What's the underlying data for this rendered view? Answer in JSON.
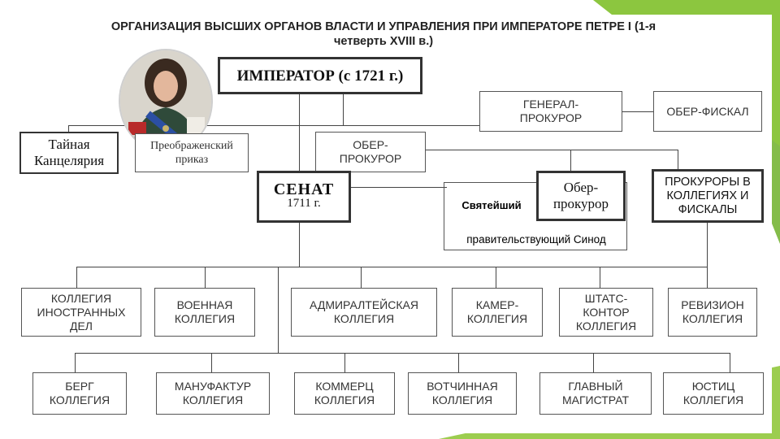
{
  "title_line1": "ОРГАНИЗАЦИЯ ВЫСШИХ ОРГАНОВ ВЛАСТИ И УПРАВЛЕНИЯ ПРИ ИМПЕРАТОРЕ ПЕТРЕ I (1-я",
  "title_line2": "четверть XVIII в.)",
  "emperor": "ИМПЕРАТОР (с 1721 г.)",
  "general_prokuror_1": "ГЕНЕРАЛ-",
  "general_prokuror_2": "ПРОКУРОР",
  "ober_fiskal": "ОБЕР-ФИСКАЛ",
  "tainaya_1": "Тайная",
  "tainaya_2": "Канцелярия",
  "preobr_1": "Преображенский",
  "preobr_2": "приказ",
  "ober_prokuror_1": "ОБЕР-",
  "ober_prokuror_2": "ПРОКУРОР",
  "senat_1": "СЕНАТ",
  "senat_2": "1711 г.",
  "synod_1": "Святейший",
  "synod_2": "правительствующий Синод",
  "synod_ober_1": "Обер-",
  "synod_ober_2": "прокурор",
  "prokurory_1": "ПРОКУРОРЫ В",
  "prokurory_2": "КОЛЛЕГИЯХ И",
  "prokurory_3": "ФИСКАЛЫ",
  "row1": [
    [
      "КОЛЛЕГИЯ",
      "ИНОСТРАННЫХ",
      "ДЕЛ"
    ],
    [
      "ВОЕННАЯ",
      "КОЛЛЕГИЯ"
    ],
    [
      "АДМИРАЛТЕЙСКАЯ",
      "КОЛЛЕГИЯ"
    ],
    [
      "КАМЕР-",
      "КОЛЛЕГИЯ"
    ],
    [
      "ШТАТС-",
      "КОНТОР",
      "КОЛЛЕГИЯ"
    ],
    [
      "РЕВИЗИОН",
      "КОЛЛЕГИЯ"
    ]
  ],
  "row2": [
    [
      "БЕРГ",
      "КОЛЛЕГИЯ"
    ],
    [
      "МАНУФАКТУР",
      "КОЛЛЕГИЯ"
    ],
    [
      "КОММЕРЦ",
      "КОЛЛЕГИЯ"
    ],
    [
      "ВОТЧИННАЯ",
      "КОЛЛЕГИЯ"
    ],
    [
      "ГЛАВНЫЙ",
      "МАГИСТРАТ"
    ],
    [
      "ЮСТИЦ",
      "КОЛЛЕГИЯ"
    ]
  ],
  "colors": {
    "accent_green": "#8cc63f",
    "border": "#333333"
  }
}
